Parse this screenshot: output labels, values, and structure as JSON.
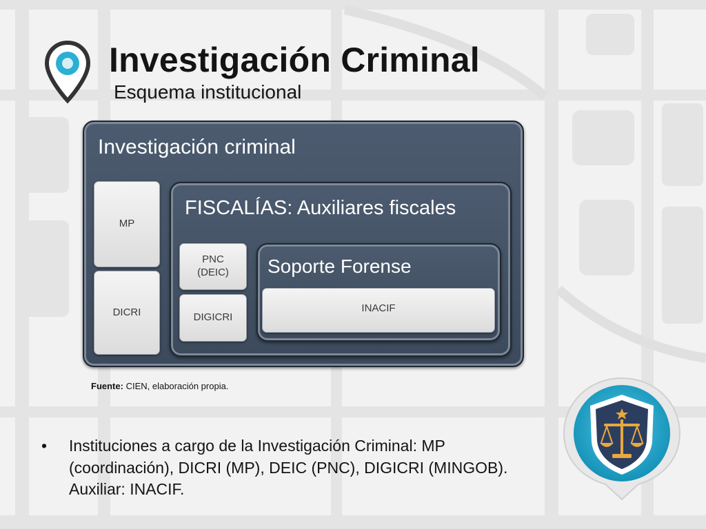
{
  "header": {
    "title": "Investigación Criminal",
    "subtitle": "Esquema institucional",
    "icon": "location-pin-icon"
  },
  "diagram": {
    "outer": {
      "title": "Investigación criminal",
      "left_items": [
        "MP",
        "DICRI"
      ]
    },
    "middle": {
      "title": "FISCALÍAS: Auxiliares fiscales",
      "left_items": [
        "PNC\n(DEIC)",
        "DIGICRI"
      ]
    },
    "inner": {
      "title": "Soporte Forense",
      "items": [
        "INACIF"
      ]
    }
  },
  "source": {
    "label": "Fuente:",
    "text": " CIEN, elaboración propia."
  },
  "bullets": [
    "Instituciones a cargo de la Investigación Criminal: MP (coordinación), DICRI (MP), DEIC (PNC), DIGICRI (MINGOB). Auxiliar: INACIF."
  ],
  "badge": {
    "icon": "scales-of-justice-icon",
    "colors": {
      "ring": "#1fa6c9",
      "shield": "#2c3e60",
      "scales": "#e9a93c"
    }
  }
}
